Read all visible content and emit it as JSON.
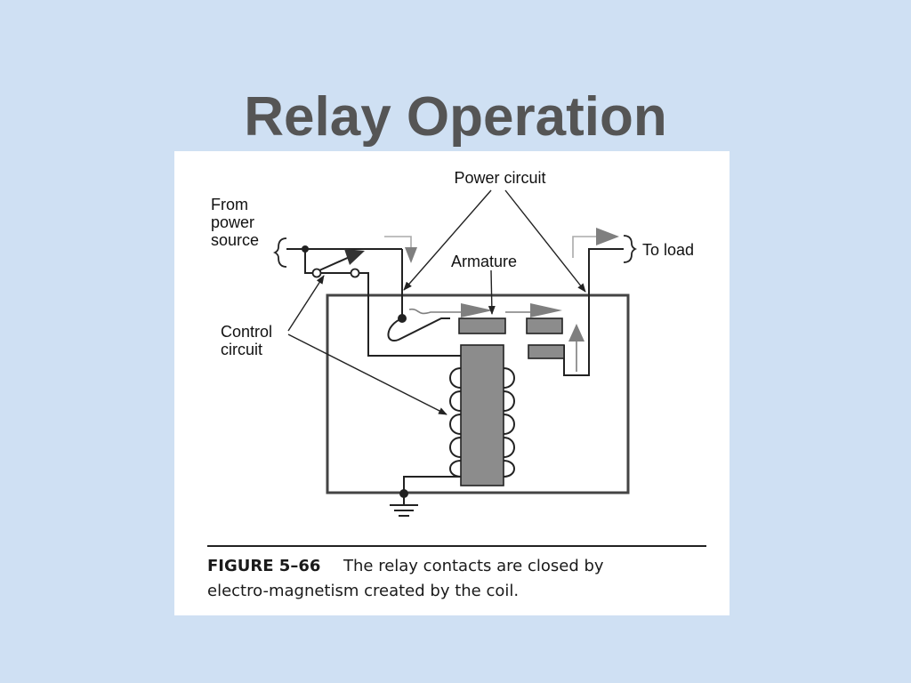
{
  "slide": {
    "title": "Relay Operation"
  },
  "diagram": {
    "labels": {
      "power_circuit": "Power circuit",
      "from_power_source": [
        "From",
        "power",
        "source"
      ],
      "armature": "Armature",
      "to_load": "To load",
      "control_circuit": [
        "Control",
        "circuit"
      ]
    }
  },
  "caption": {
    "figure_number": "FIGURE 5–66",
    "line1_text": "The relay contacts are closed by",
    "line2_text": "electro-magnetism created by the coil."
  },
  "colors": {
    "background": "#cfe0f3",
    "title": "#555555",
    "arrow_gray": "#7f7f7f",
    "block_gray": "#8c8c8c",
    "line": "#222222"
  }
}
